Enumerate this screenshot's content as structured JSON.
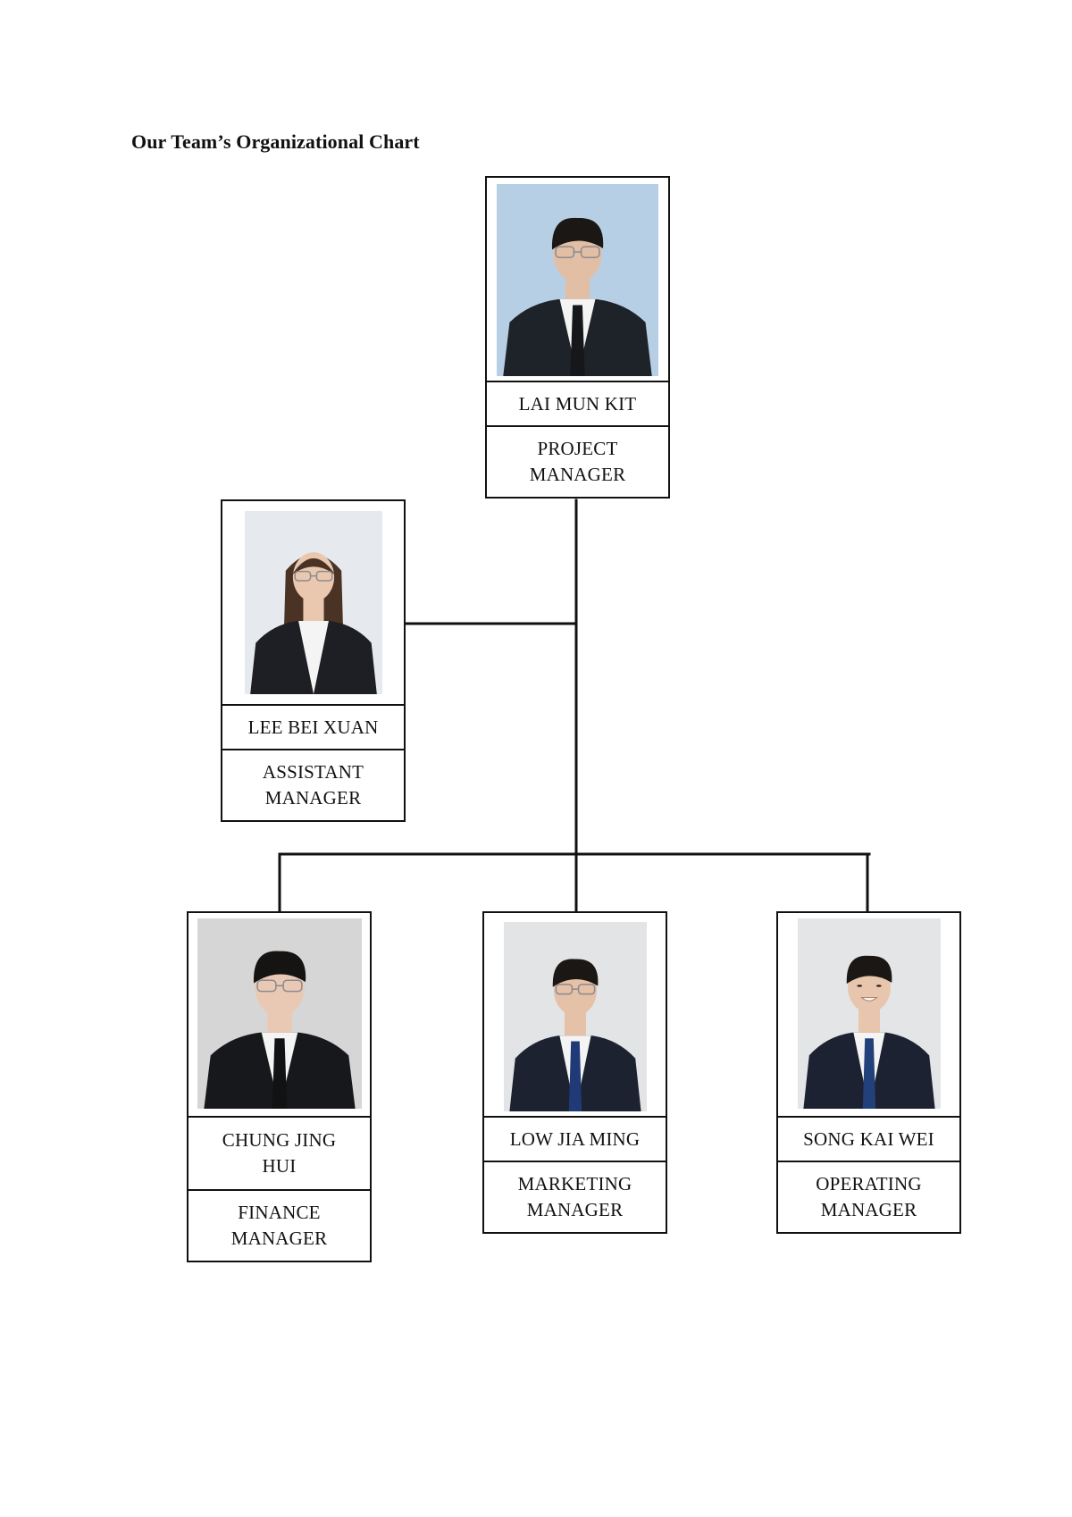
{
  "title": "Our Team’s Organizational Chart",
  "members": [
    {
      "id": "pm",
      "name": "LAI MUN KIT",
      "role": "PROJECT MANAGER",
      "photo": {
        "bg": "#b7cfe4",
        "suit": "#1e2229",
        "tie": "#15171b",
        "hair": "#1a1715",
        "skin": "#e2bea5",
        "glasses": true
      }
    },
    {
      "id": "am",
      "name": "LEE BEI XUAN",
      "role": "ASSISTANT MANAGER",
      "photo": {
        "bg": "#e6eaef",
        "suit": "#1d1f24",
        "tie": "",
        "hair": "#4a3324",
        "skin": "#eac8b0",
        "glasses": true,
        "longHair": true
      }
    },
    {
      "id": "fm",
      "name": "CHUNG JING HUI",
      "role": "FINANCE MANAGER",
      "photo": {
        "bg": "#d6d6d6",
        "suit": "#16181b",
        "tie": "#101214",
        "hair": "#161412",
        "skin": "#e9c9b4",
        "glasses": true
      }
    },
    {
      "id": "mm",
      "name": "LOW JIA MING",
      "role": "MARKETING MANAGER",
      "photo": {
        "bg": "#e3e4e6",
        "suit": "#1c2230",
        "tie": "#203a78",
        "hair": "#1a1715",
        "skin": "#e5c1a7",
        "glasses": true
      }
    },
    {
      "id": "om",
      "name": "SONG KAI WEI",
      "role": "OPERATING MANAGER",
      "photo": {
        "bg": "#e4e5e7",
        "suit": "#1c2232",
        "tie": "#22407a",
        "hair": "#1a1715",
        "skin": "#e8c5ad",
        "glasses": false
      }
    }
  ]
}
